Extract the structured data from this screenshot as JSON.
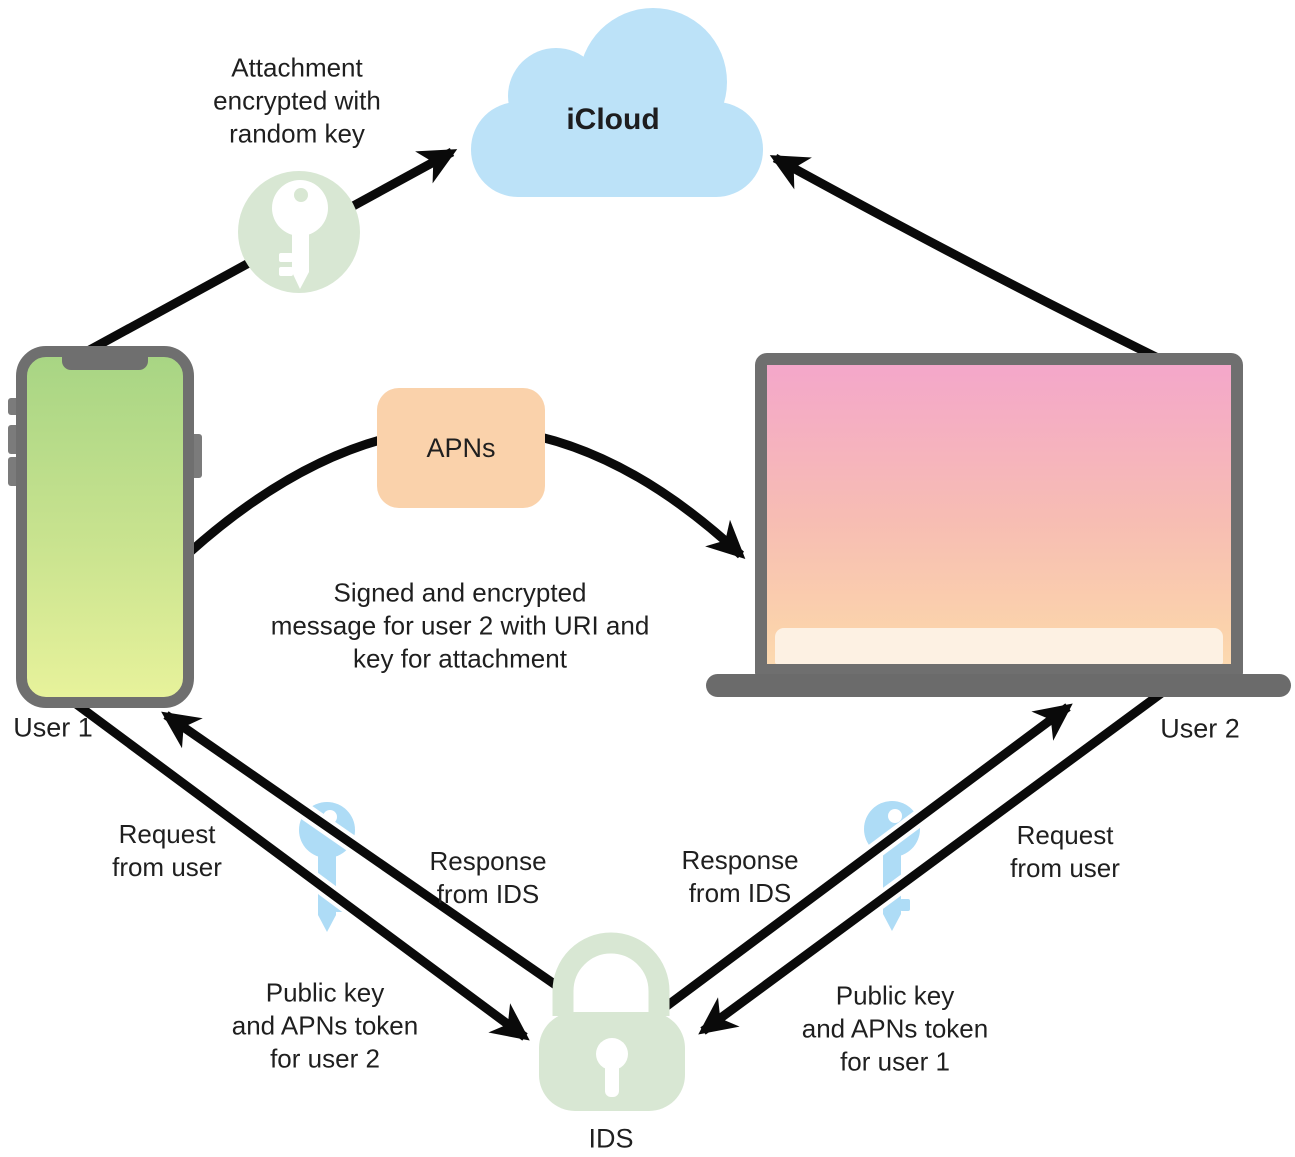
{
  "nodes": {
    "icloud": {
      "label": "iCloud",
      "color": "#BCE2F8"
    },
    "apns": {
      "label": "APNs",
      "color": "#FAD2AB"
    },
    "ids": {
      "label": "IDS",
      "color": "#D8E7D3"
    },
    "user1": {
      "label": "User 1"
    },
    "user2": {
      "label": "User 2"
    }
  },
  "annotations": {
    "attachment_note": "Attachment\nencrypted with\nrandom key",
    "message_note": "Signed and encrypted\nmessage for user 2 with URI and\nkey for attachment",
    "request_left": "Request\nfrom user",
    "response_left": "Response\nfrom IDS",
    "pubkey_left": "Public key\nand APNs token\nfor user 2",
    "response_right": "Response\nfrom IDS",
    "request_right": "Request\nfrom user",
    "pubkey_right": "Public key\nand APNs token\nfor user 1"
  },
  "icons": {
    "attachment_key": "key-icon",
    "ids_lock": "lock-icon",
    "user1_ids_key": "key-icon",
    "user2_ids_key": "key-icon"
  },
  "colors": {
    "arrow": "#0A0A0A",
    "device_frame": "#6F6F6F",
    "key_blue": "#AEDCF6",
    "sage_green": "#D8E7D3",
    "phone_screen_top": "#A8D584",
    "phone_screen_bottom": "#E7F29B",
    "laptop_screen_top": "#F4A7CA",
    "laptop_screen_bottom": "#FCD9B0"
  }
}
